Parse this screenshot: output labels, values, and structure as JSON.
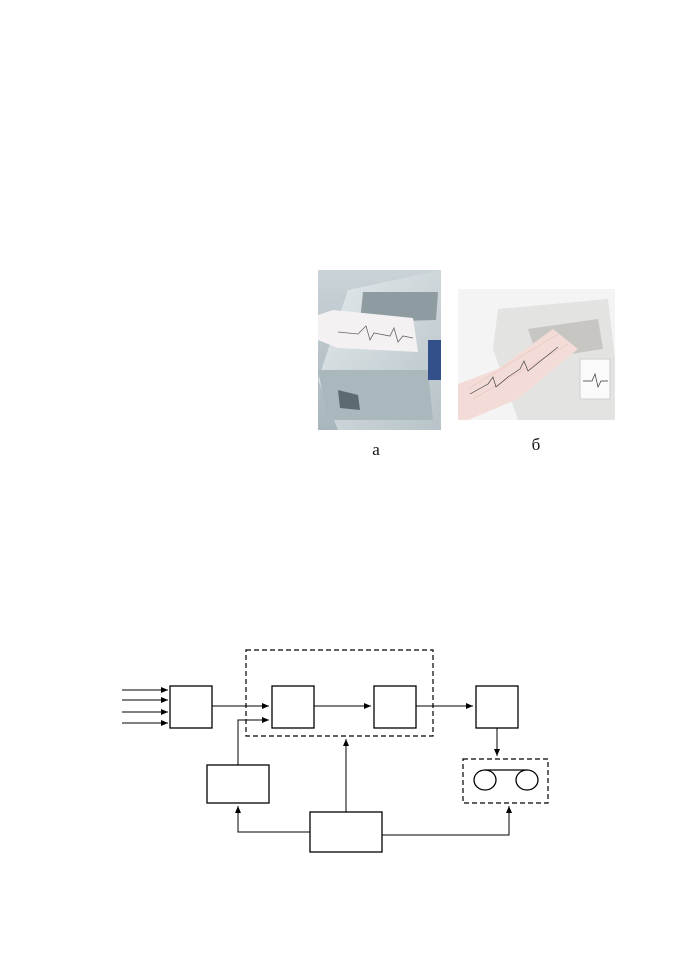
{
  "figure_top": {
    "photos": [
      {
        "caption": "а",
        "icon": "ecg-recorder-photo"
      },
      {
        "caption": "б",
        "icon": "ecg-printer-photo"
      }
    ]
  },
  "figure_bottom": {
    "icon": "block-diagram",
    "tape_mechanism_icon": "tape-rollers-icon"
  }
}
